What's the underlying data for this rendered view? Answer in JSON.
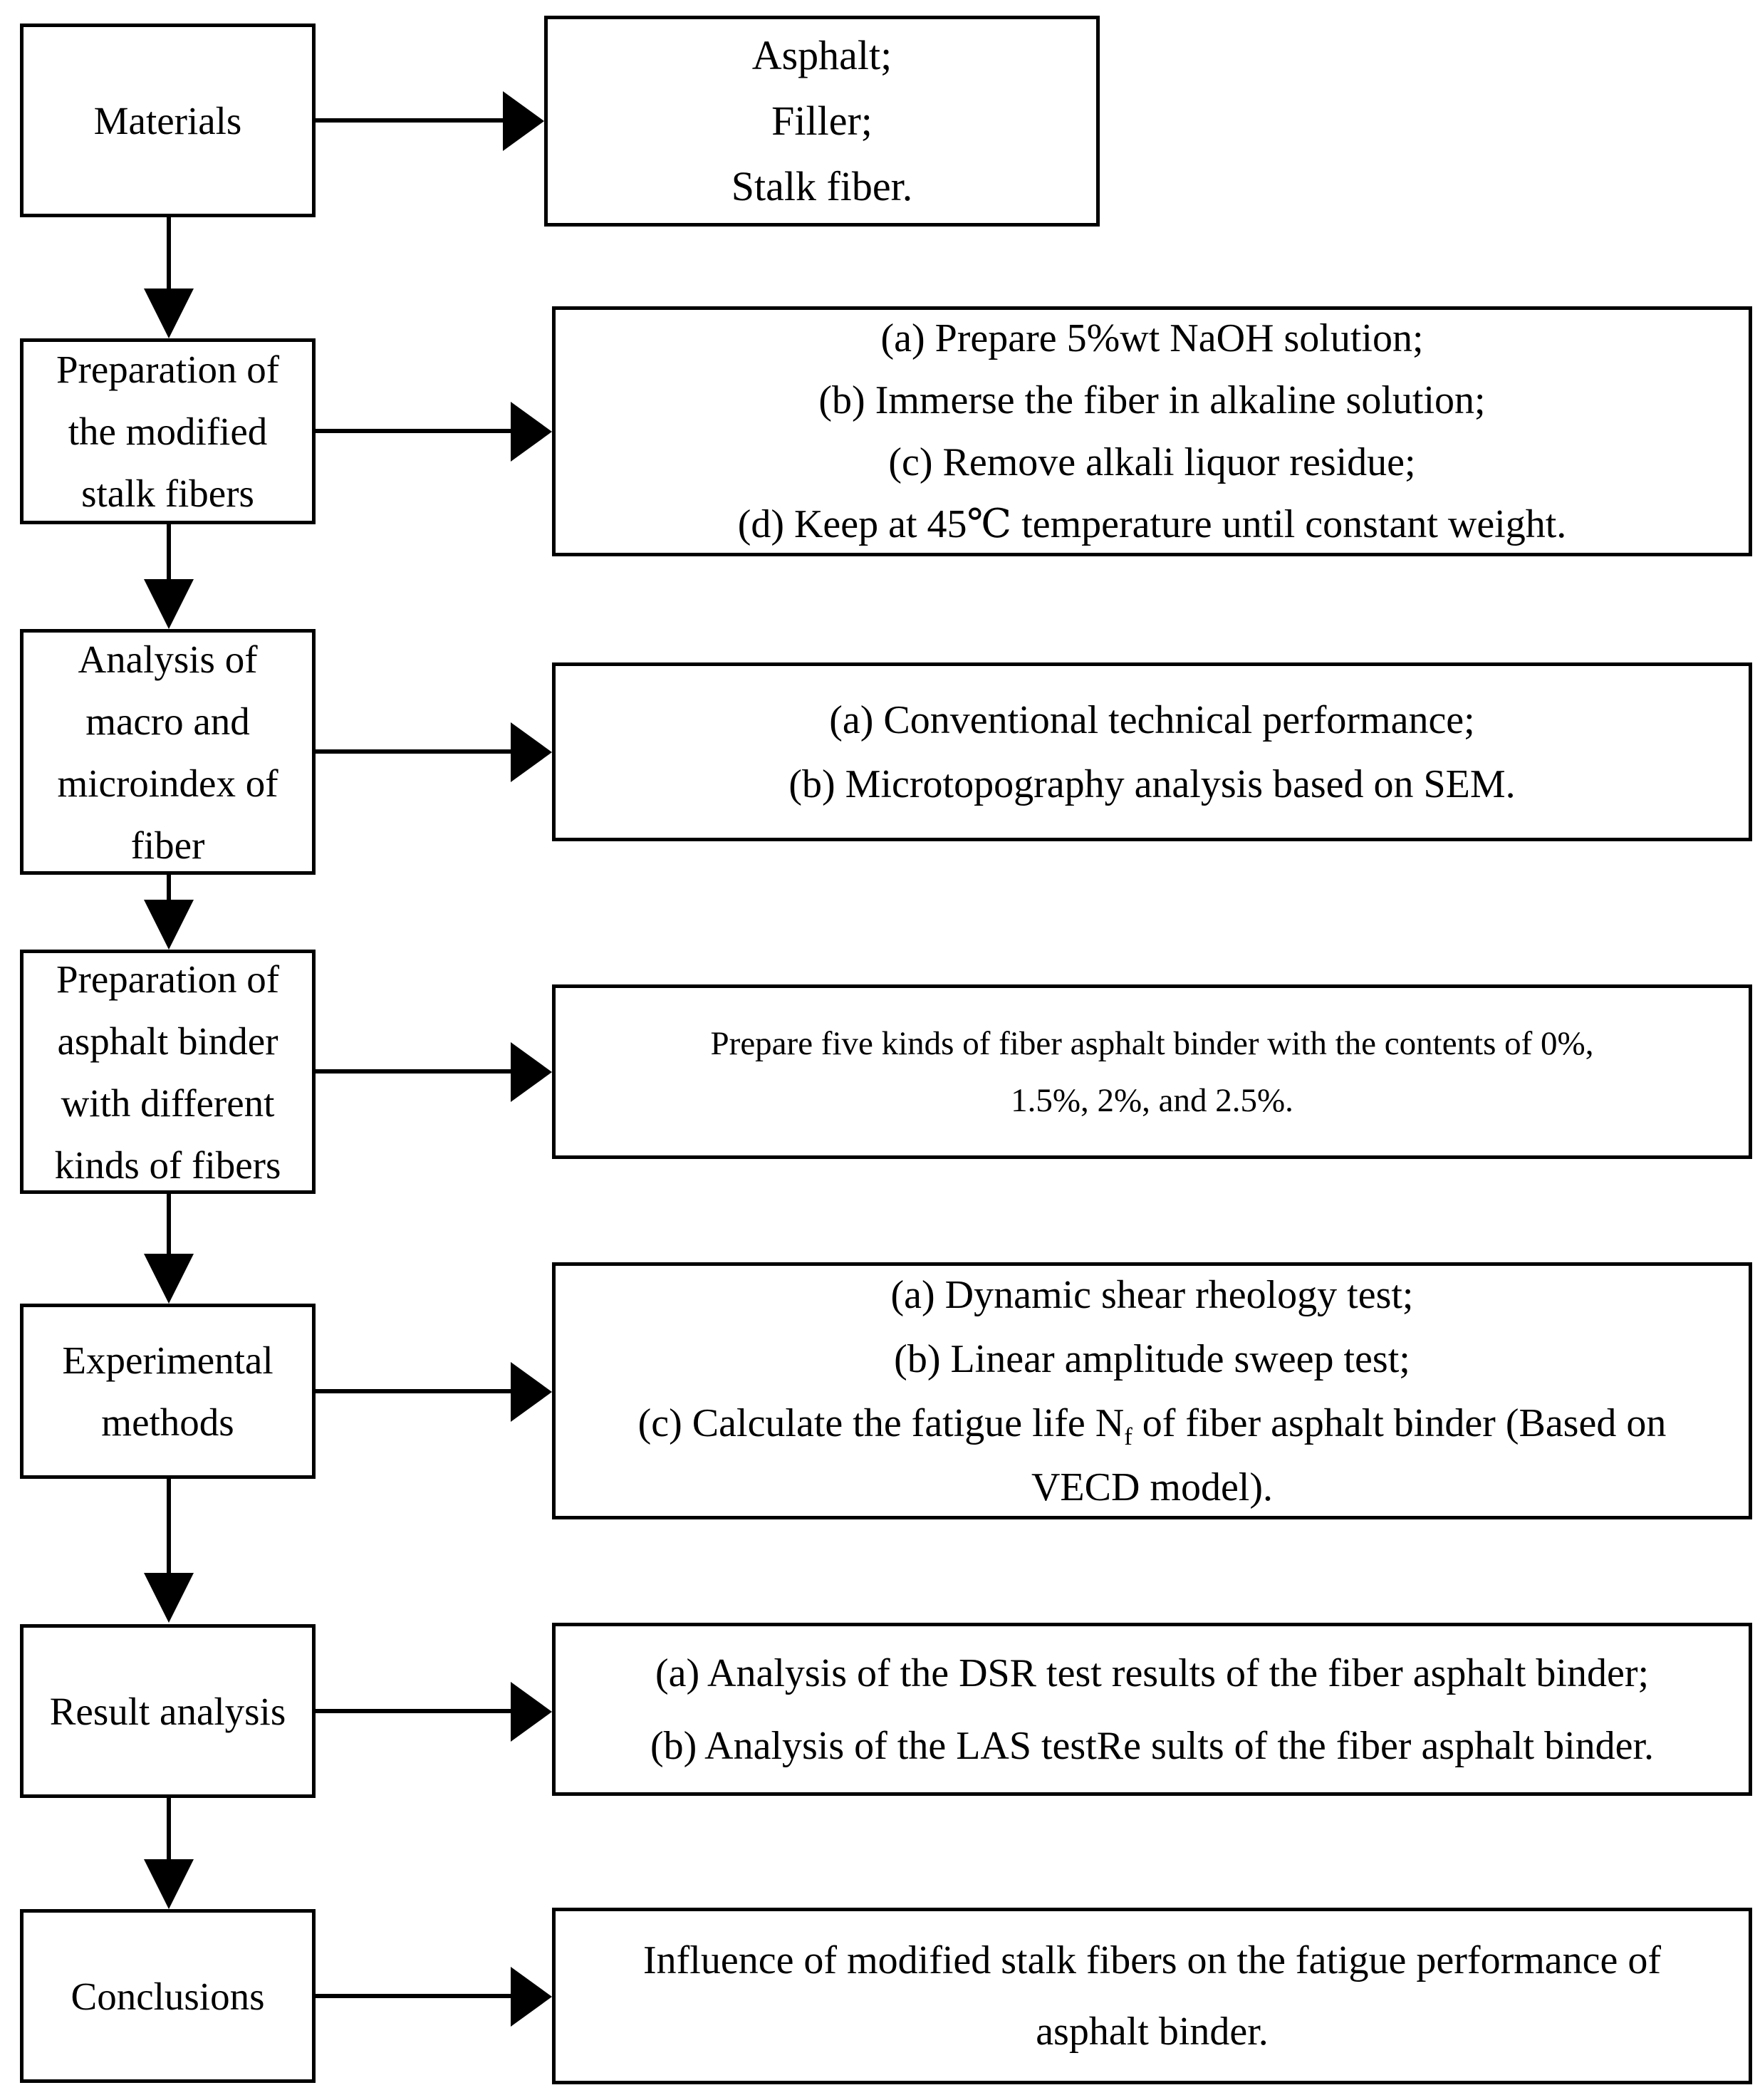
{
  "rows": [
    {
      "left": "Materials",
      "right_lines": [
        "Asphalt;",
        "Filler;",
        "Stalk fiber."
      ]
    },
    {
      "left": "Preparation of the modified stalk fibers",
      "right_lines": [
        "(a) Prepare 5%wt NaOH solution;",
        "(b) Immerse the fiber in alkaline solution;",
        "(c) Remove alkali liquor residue;",
        "(d) Keep at 45℃ temperature until constant weight."
      ]
    },
    {
      "left": "Analysis of macro and microindex of fiber",
      "right_lines": [
        "(a) Conventional technical performance;",
        "(b) Microtopography analysis based on SEM."
      ]
    },
    {
      "left": "Preparation of asphalt binder with different kinds of fibers",
      "right_lines": [
        "Prepare five kinds of fiber asphalt binder with the contents of 0%,",
        "1.5%, 2%, and 2.5%."
      ]
    },
    {
      "left": "Experimental methods",
      "right_lines": [
        "(a) Dynamic shear rheology test;",
        "(b) Linear amplitude sweep test;"
      ],
      "right_c": {
        "pre": "(c) Calculate the fatigue life N",
        "sub": "f",
        "post": " of fiber asphalt binder (Based on",
        "line2": "VECD model)."
      }
    },
    {
      "left": "Result analysis",
      "right_lines": [
        "(a) Analysis of the DSR test results of the fiber asphalt binder;",
        "(b) Analysis of the LAS testRe sults of the fiber asphalt binder."
      ]
    },
    {
      "left": "Conclusions",
      "right_lines": [
        "Influence of modified stalk fibers on the fatigue performance of",
        "asphalt binder."
      ]
    }
  ]
}
